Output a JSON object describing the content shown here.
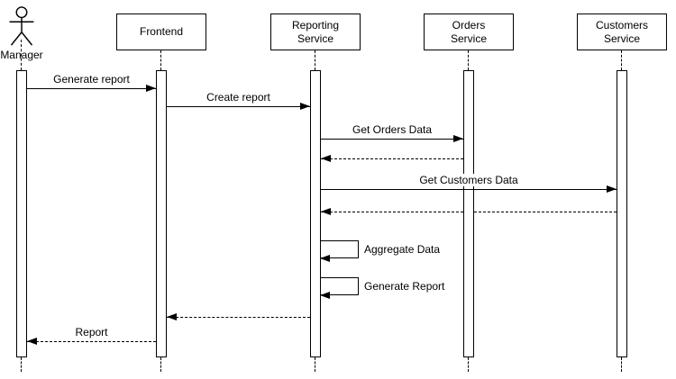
{
  "diagram": {
    "type": "uml-sequence",
    "background_color": "#ffffff",
    "line_color": "#000000",
    "box_fill_color": "#ffffff",
    "actor": {
      "label": "Manager"
    },
    "participants": [
      {
        "label": "Frontend"
      },
      {
        "label": "Reporting\nService"
      },
      {
        "label": "Orders\nService"
      },
      {
        "label": "Customers\nService"
      }
    ],
    "messages": [
      {
        "label": "Generate report",
        "from": "Manager",
        "to": "Frontend",
        "style": "solid"
      },
      {
        "label": "Create report",
        "from": "Frontend",
        "to": "Reporting Service",
        "style": "solid"
      },
      {
        "label": "Get Orders Data",
        "from": "Reporting Service",
        "to": "Orders Service",
        "style": "solid"
      },
      {
        "label": "",
        "from": "Orders Service",
        "to": "Reporting Service",
        "style": "dashed-return"
      },
      {
        "label": "Get Customers Data",
        "from": "Reporting Service",
        "to": "Customers Service",
        "style": "solid"
      },
      {
        "label": "",
        "from": "Customers Service",
        "to": "Reporting Service",
        "style": "dashed-return"
      },
      {
        "label": "Aggregate Data",
        "from": "Reporting Service",
        "to": "Reporting Service",
        "style": "self"
      },
      {
        "label": "Generate Report",
        "from": "Reporting Service",
        "to": "Reporting Service",
        "style": "self"
      },
      {
        "label": "",
        "from": "Reporting Service",
        "to": "Frontend",
        "style": "dashed-return"
      },
      {
        "label": "Report",
        "from": "Frontend",
        "to": "Manager",
        "style": "dashed-return"
      }
    ]
  }
}
